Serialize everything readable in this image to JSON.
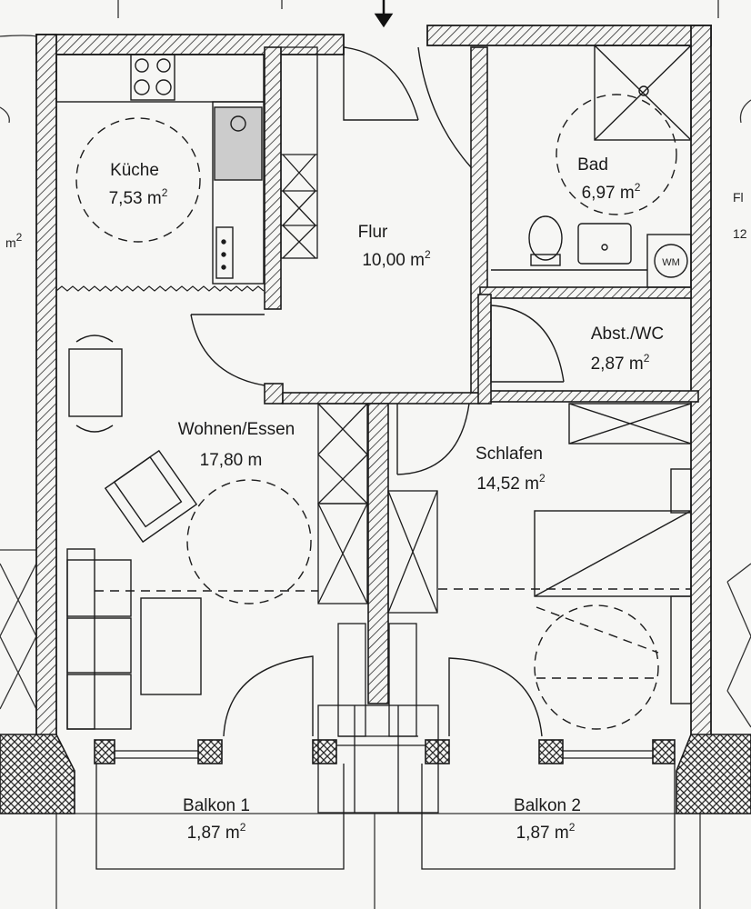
{
  "rooms": [
    {
      "id": "kueche",
      "name": "Küche",
      "area": "7,53",
      "unit": "m",
      "sup": "2"
    },
    {
      "id": "flur",
      "name": "Flur",
      "area": "10,00",
      "unit": "m",
      "sup": "2"
    },
    {
      "id": "bad",
      "name": "Bad",
      "area": "6,97",
      "unit": "m",
      "sup": "2"
    },
    {
      "id": "abst-wc",
      "name": "Abst./WC",
      "area": "2,87",
      "unit": "m",
      "sup": "2"
    },
    {
      "id": "wohnen-essen",
      "name": "Wohnen/Essen",
      "area": "17,80",
      "unit": "m",
      "sup": ""
    },
    {
      "id": "schlafen",
      "name": "Schlafen",
      "area": "14,52",
      "unit": "m",
      "sup": "2"
    },
    {
      "id": "balkon-1",
      "name": "Balkon 1",
      "area": "1,87",
      "unit": "m",
      "sup": "2"
    },
    {
      "id": "balkon-2",
      "name": "Balkon 2",
      "area": "1,87",
      "unit": "m",
      "sup": "2"
    }
  ],
  "neighbors": {
    "left_unit": "m",
    "left_sup": "2",
    "right_top": "Fl",
    "right_bottom": "12"
  },
  "fixtures": {
    "washing_machine": "WM"
  },
  "colors": {
    "line": "#1c1c1c",
    "hatch": "#2a2a2a",
    "paper": "#f6f6f4"
  }
}
